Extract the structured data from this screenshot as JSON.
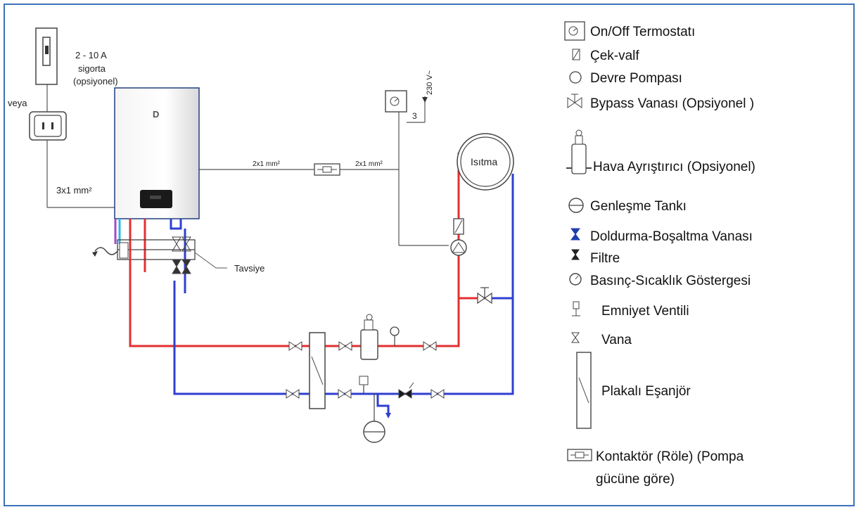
{
  "colors": {
    "frame": "#3b73b9",
    "hot_pipe": "#e23030",
    "cold_pipe": "#2f3fd0",
    "wire": "#555555"
  },
  "labels": {
    "fuse": "2 - 10 A",
    "fuse_sub1": "sigorta",
    "fuse_sub2": "(opsiyonel)",
    "or": "veya",
    "cable_3x1": "3x1 mm²",
    "cable_2x1_a": "2x1 mm²",
    "cable_2x1_b": "2x1 mm²",
    "voltage": "230 V~",
    "terminal": "3",
    "heating": "Isıtma",
    "recommendation": "Tavsiye"
  },
  "legend": [
    {
      "icon": "thermostat-icon",
      "label": "On/Off Termostatı"
    },
    {
      "icon": "check-valve-icon",
      "label": "Çek-valf"
    },
    {
      "icon": "circulation-pump-icon",
      "label": "Devre Pompası"
    },
    {
      "icon": "bypass-valve-icon",
      "label": "Bypass Vanası (Opsiyonel )"
    },
    {
      "icon": "air-separator-icon",
      "label": "Hava Ayrıştırıcı (Opsiyonel)"
    },
    {
      "icon": "expansion-tank-icon",
      "label": "Genleşme Tankı"
    },
    {
      "icon": "fill-drain-valve-icon",
      "label": "Doldurma-Boşaltma Vanası"
    },
    {
      "icon": "filter-icon",
      "label": "Filtre"
    },
    {
      "icon": "pressure-temperature-gauge-icon",
      "label": "Basınç-Sıcaklık Göstergesi"
    },
    {
      "icon": "safety-valve-icon",
      "label": "Emniyet Ventili"
    },
    {
      "icon": "valve-icon",
      "label": "Vana"
    },
    {
      "icon": "plate-heat-exchanger-icon",
      "label": "Plakalı Eşanjör"
    },
    {
      "icon": "contactor-icon",
      "label": "Kontaktör (Röle) (Pompa",
      "label2": "gücüne göre)"
    }
  ]
}
